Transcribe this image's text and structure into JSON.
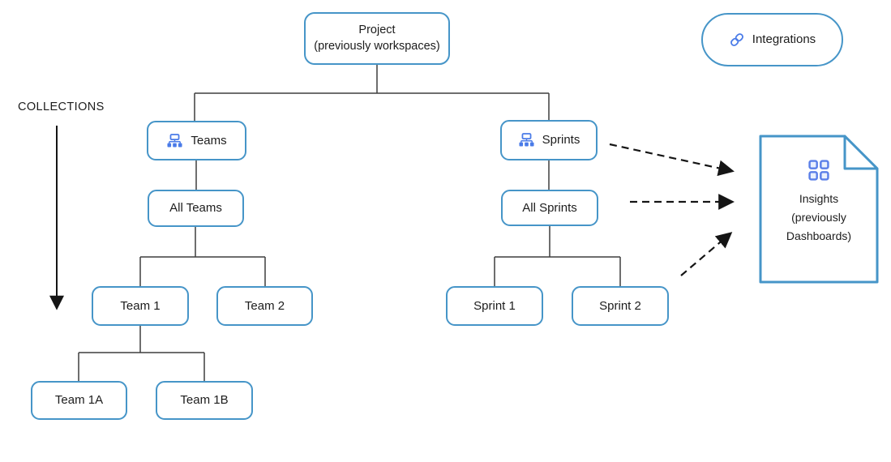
{
  "labels": {
    "collections": "COLLECTIONS"
  },
  "nodes": {
    "project": {
      "label": "Project",
      "sublabel": "(previously workspaces)"
    },
    "integrations": {
      "label": "Integrations",
      "icon": "link-icon"
    },
    "teams": {
      "label": "Teams",
      "icon": "org-chart-icon"
    },
    "all_teams": {
      "label": "All Teams"
    },
    "team_1": {
      "label": "Team 1"
    },
    "team_2": {
      "label": "Team 2"
    },
    "team_1a": {
      "label": "Team 1A"
    },
    "team_1b": {
      "label": "Team 1B"
    },
    "sprints": {
      "label": "Sprints",
      "icon": "org-chart-icon"
    },
    "all_sprints": {
      "label": "All Sprints"
    },
    "sprint_1": {
      "label": "Sprint 1"
    },
    "sprint_2": {
      "label": "Sprint 2"
    },
    "insights": {
      "label": "Insights",
      "sublabel_line_1": "(previously",
      "sublabel_line_2": "Dashboards)",
      "icon": "grid-icon",
      "shape": "document-with-folded-corner"
    }
  },
  "edges": {
    "solid": [
      "project -> teams",
      "project -> sprints",
      "teams -> all_teams",
      "all_teams -> team_1",
      "all_teams -> team_2",
      "team_1 -> team_1a",
      "team_1 -> team_1b",
      "sprints -> all_sprints",
      "all_sprints -> sprint_1",
      "all_sprints -> sprint_2",
      "collections-arrow (vertical, downward)"
    ],
    "dashed_arrows": [
      "sprints -> insights",
      "all_sprints -> insights",
      "sprint_2 -> insights"
    ]
  },
  "colors": {
    "node_border": "#4695c8",
    "icon_blue": "#4a7be8",
    "grid_icon_blue": "#5b7fe8",
    "connector": "#3f3f3f",
    "arrow": "#151515",
    "text": "#1c1c1c",
    "background": "#ffffff"
  }
}
